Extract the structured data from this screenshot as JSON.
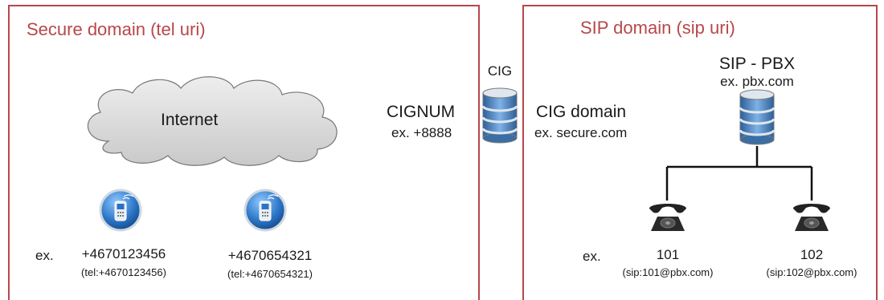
{
  "left_domain": {
    "title": "Secure domain (tel uri)",
    "cloud_label": "Internet",
    "ex_label": "ex.",
    "phones": [
      {
        "number": "+4670123456",
        "uri": "(tel:+4670123456)"
      },
      {
        "number": "+4670654321",
        "uri": "(tel:+4670654321)"
      }
    ]
  },
  "gateway": {
    "label": "CIG",
    "cignum_label": "CIGNUM",
    "cignum_example": "ex. +8888",
    "domain_label": "CIG domain",
    "domain_example": "ex. secure.com"
  },
  "right_domain": {
    "title": "SIP domain (sip uri)",
    "pbx_label": "SIP - PBX",
    "pbx_example": "ex. pbx.com",
    "ex_label": "ex.",
    "extensions": [
      {
        "number": "101",
        "uri": "(sip:101@pbx.com)"
      },
      {
        "number": "102",
        "uri": "(sip:102@pbx.com)"
      }
    ]
  },
  "colors": {
    "border": "#b8474a",
    "cloud_fill": "#dcdcdc",
    "db_blue": "#4a7fb8",
    "phone_blue": "#2a73c4"
  }
}
